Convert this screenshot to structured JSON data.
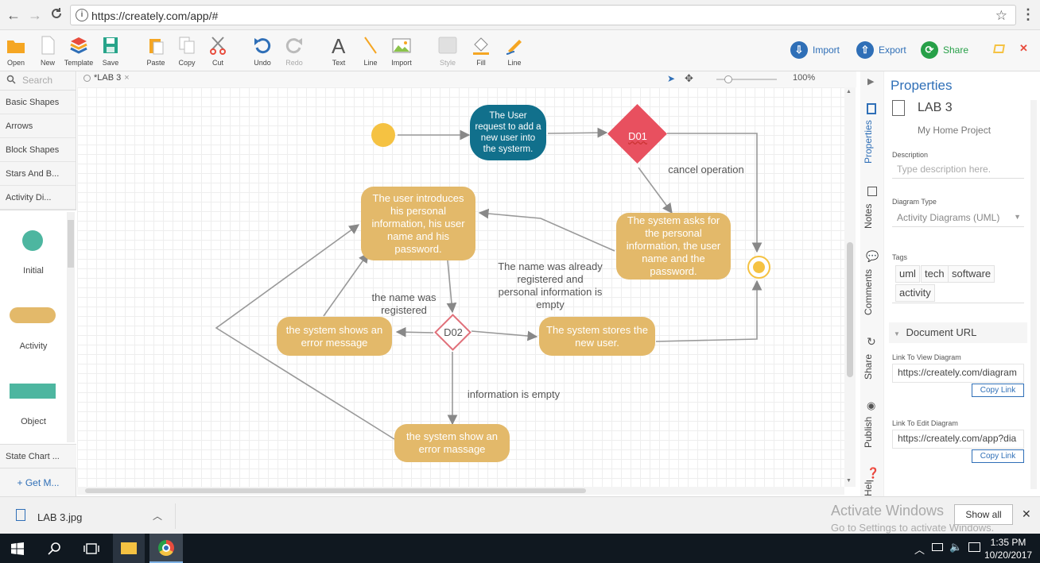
{
  "browser": {
    "url": "https://creately.com/app/#",
    "back": "←",
    "forward": "→",
    "reload": "C"
  },
  "toolbar": {
    "tools": [
      {
        "label": "Open",
        "icon": "folder-icon"
      },
      {
        "label": "New",
        "icon": "new-doc-icon"
      },
      {
        "label": "Template",
        "icon": "template-icon"
      },
      {
        "label": "Save",
        "icon": "save-icon"
      },
      {
        "label": "Paste",
        "icon": "paste-icon"
      },
      {
        "label": "Copy",
        "icon": "copy-icon"
      },
      {
        "label": "Cut",
        "icon": "cut-icon"
      },
      {
        "label": "Undo",
        "icon": "undo-icon"
      },
      {
        "label": "Redo",
        "icon": "redo-icon"
      },
      {
        "label": "Text",
        "icon": "text-icon"
      },
      {
        "label": "Line",
        "icon": "line-icon"
      },
      {
        "label": "Import",
        "icon": "image-import-icon"
      },
      {
        "label": "Style",
        "icon": "style-icon"
      },
      {
        "label": "Fill",
        "icon": "fill-icon"
      },
      {
        "label": "Line",
        "icon": "line-color-icon"
      }
    ],
    "import_label": "Import",
    "export_label": "Export",
    "share_label": "Share",
    "close": "✕"
  },
  "library": {
    "search_placeholder": "Search",
    "items": [
      "Basic Shapes",
      "Arrows",
      "Block Shapes",
      "Stars And B...",
      "Activity Di..."
    ],
    "shapes": [
      {
        "label": "Initial",
        "color": "#4db6a0"
      },
      {
        "label": "Activity",
        "color": "#e3b96a"
      },
      {
        "label": "Object",
        "color": "#4db6a0"
      }
    ],
    "state_chart": "State Chart ...",
    "get_more": "+ Get M..."
  },
  "tab": {
    "name": "*LAB 3",
    "close": "×",
    "zoom": "100%"
  },
  "diagram": {
    "n1": "The User request to add a new user into the systerm.",
    "d01": "D01",
    "cancel": "cancel operation",
    "n2": "The system asks for the personal information, the user name and the password.",
    "n3": "The user introduces his personal information, his user name and his password.",
    "lbl_registered_empty": "The name was already registered and personal information is empty",
    "lbl_registered": "the name was registered",
    "d02": "D02",
    "n4": "the system shows an error message",
    "n5": "The system stores the new user.",
    "lbl_empty": "information is empty",
    "n6": "the system show an error massage"
  },
  "properties": {
    "title": "Properties",
    "doc_name": "LAB 3",
    "project": "My Home Project",
    "description_label": "Description",
    "description_placeholder": "Type description here.",
    "diagram_type_label": "Diagram Type",
    "diagram_type": "Activity Diagrams (UML)",
    "tags_label": "Tags",
    "tags": [
      "uml",
      "tech",
      "software",
      "activity"
    ],
    "document_url": "Document URL",
    "view_label": "Link To View Diagram",
    "view_url": "https://creately.com/diagram",
    "copy_link": "Copy Link",
    "edit_label": "Link To Edit Diagram",
    "edit_url": "https://creately.com/app?dia"
  },
  "side_tabs": [
    "Properties",
    "Notes",
    "Comments",
    "Share",
    "Publish",
    "Help"
  ],
  "downloads": {
    "file": "LAB 3.jpg",
    "show_all": "Show all",
    "close": "✕"
  },
  "watermark": {
    "line1": "Activate Windows",
    "line2": "Go to Settings to activate Windows."
  },
  "taskbar": {
    "time": "1:35 PM",
    "date": "10/20/2017"
  }
}
